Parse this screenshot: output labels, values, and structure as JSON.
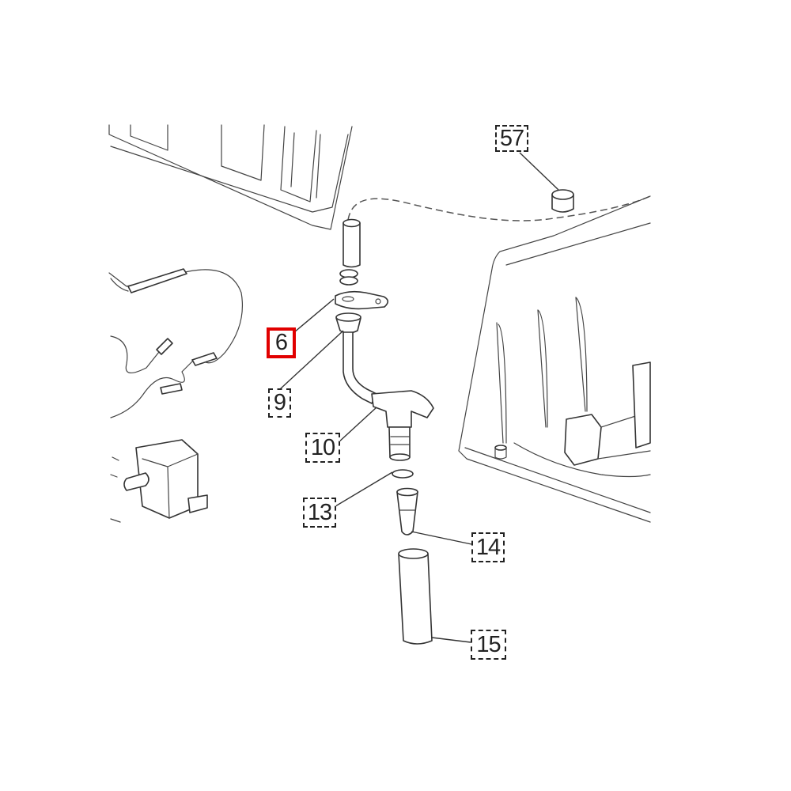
{
  "callouts": [
    {
      "id": "57",
      "label": "57",
      "highlight": false
    },
    {
      "id": "6",
      "label": "6",
      "highlight": true
    },
    {
      "id": "9",
      "label": "9",
      "highlight": false
    },
    {
      "id": "10",
      "label": "10",
      "highlight": false
    },
    {
      "id": "13",
      "label": "13",
      "highlight": false
    },
    {
      "id": "14",
      "label": "14",
      "highlight": false
    },
    {
      "id": "15",
      "label": "15",
      "highlight": false
    }
  ],
  "colors": {
    "highlight": "#e10000",
    "line": "#333333",
    "background": "#ffffff"
  }
}
